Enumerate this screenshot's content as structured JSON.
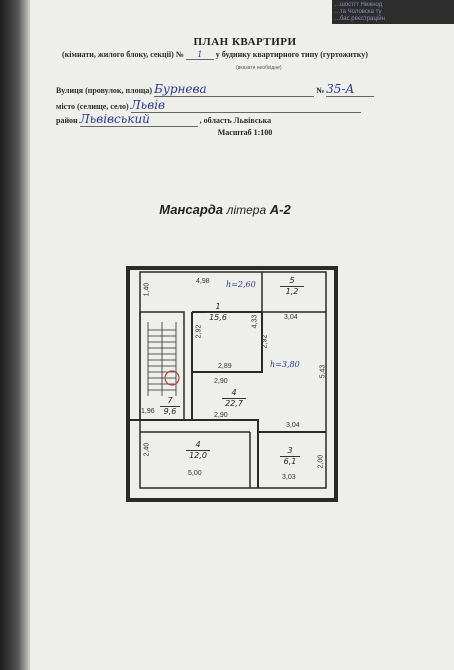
{
  "stamp_lines": [
    "...шостгт Нижнод",
    "...та Чоловска ту",
    "...бас реєстраційн"
  ],
  "header": {
    "title": "ПЛАН КВАРТИРИ",
    "subtitle_pre": "(кімнати, жилого блоку, секції) №",
    "subtitle_num": "1",
    "subtitle_post": "у будинку квартирного типу (гуртожитку)",
    "note": "(вказати необхідне)",
    "street_label": "Вулиця (провулок, площа)",
    "street_value": "Бурнева",
    "house_label": "№",
    "house_value": "35-А",
    "city_label": "місто (селище, село)",
    "city_value": "Львів",
    "district_label": "район",
    "district_value": "Львівський",
    "region": ", область Львівська",
    "scale": "Масштаб 1:100"
  },
  "floor": {
    "title": "Мансарда",
    "lit_word": "літера",
    "lit_code": "А-2"
  },
  "rooms": [
    {
      "num": "1",
      "area": "15,6"
    },
    {
      "num": "5",
      "area": "1,2"
    },
    {
      "num": "4",
      "area": "22,7"
    },
    {
      "num": "7",
      "area": "9,6"
    },
    {
      "num": "4",
      "area": "12,0"
    },
    {
      "num": "3",
      "area": "6,1"
    }
  ],
  "height_note": "h=2,60",
  "height_note2": "h=3,80",
  "dims": {
    "d498": "4,98",
    "d140": "1,40",
    "d304a": "3,04",
    "d292a": "2,92",
    "d433": "4,33",
    "d292b": "2,92",
    "d289": "2,89",
    "d290a": "2,90",
    "d543": "5,43",
    "d196": "1,96",
    "d290b": "2,90",
    "d304b": "3,04",
    "d240": "2,40",
    "d200": "2,00",
    "d500": "5,00",
    "d303": "3,03"
  }
}
